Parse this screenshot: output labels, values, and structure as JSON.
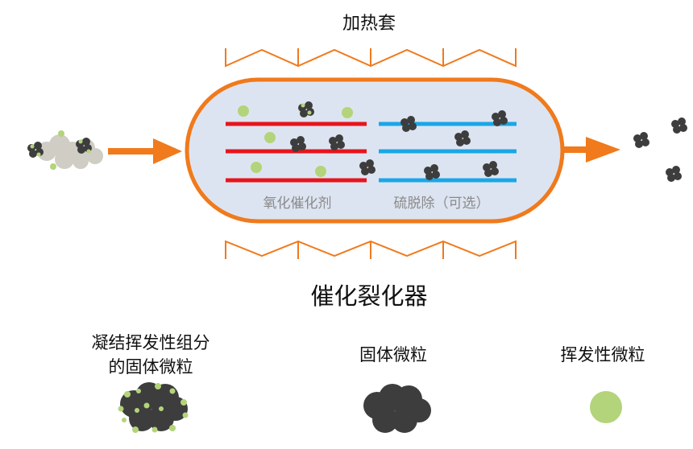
{
  "diagram": {
    "heater_label": "加热套",
    "oxidation_label": "氧化催化剂",
    "sulfur_label": "硫脱除（可选）",
    "reactor_title": "催化裂化器",
    "legend": {
      "coated_line1": "凝结挥发性组分",
      "coated_line2": "的固体微粒",
      "solid": "固体微粒",
      "volatile": "挥发性微粒"
    },
    "colors": {
      "orange": "#f07a1c",
      "reactor_fill": "#dde4f1",
      "oxidation_bar": "#e8141c",
      "sulfur_bar": "#1aa7e6",
      "soot": "#3d3d3d",
      "volatile_droplet": "#b3d47a",
      "inlet_cloud": "#cfcdc4"
    }
  }
}
